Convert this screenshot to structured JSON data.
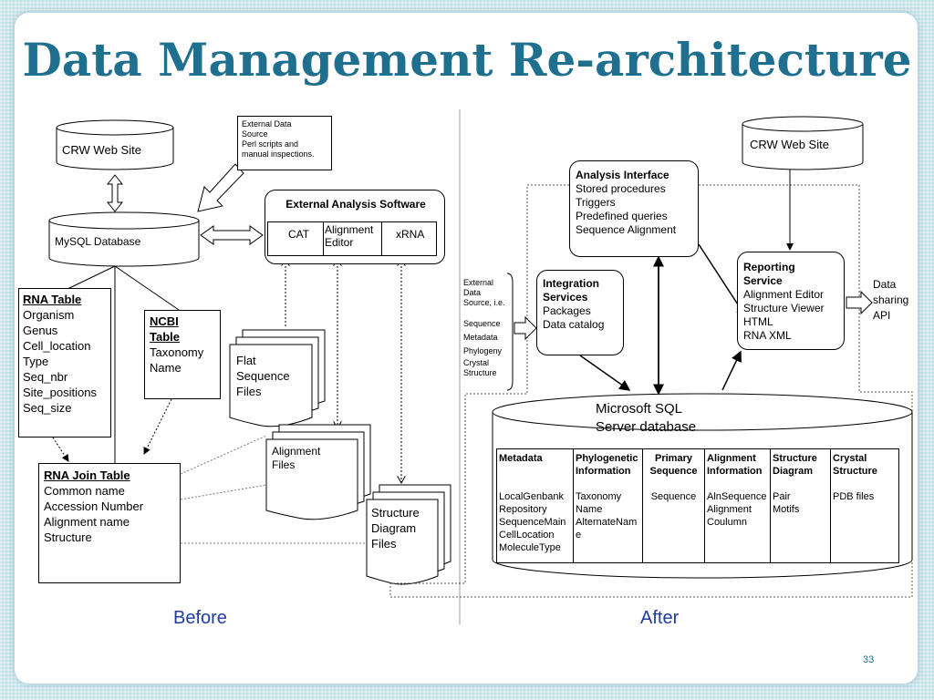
{
  "title": "Data Management Re-architecture",
  "page_number": "33",
  "before_label": "Before",
  "after_label": "After",
  "before": {
    "crw_web_site": "CRW Web Site",
    "mysql_database": "MySQL Database",
    "external_data_source": [
      "External Data",
      "Source",
      "Perl scripts and",
      "manual inspections."
    ],
    "external_analysis_software": {
      "title": "External Analysis Software",
      "items": [
        "CAT",
        "Alignment Editor",
        "xRNA"
      ]
    },
    "rna_table": {
      "title": "RNA Table",
      "fields": [
        "Organism",
        "Genus",
        "Cell_location",
        "Type",
        "Seq_nbr",
        "Site_positions",
        "Seq_size"
      ]
    },
    "ncbi_table": {
      "title": [
        "NCBI",
        "Table"
      ],
      "fields": [
        "Taxonomy",
        "Name"
      ]
    },
    "rna_join_table": {
      "title": "RNA Join Table",
      "fields": [
        "Common name",
        "Accession Number",
        "Alignment name",
        "Structure"
      ]
    },
    "flat_sequence_files": [
      "Flat",
      "Sequence",
      "Files"
    ],
    "alignment_files": [
      "Alignment",
      "Files"
    ],
    "structure_diagram_files": [
      "Structure",
      "Diagram",
      "Files"
    ]
  },
  "after": {
    "crw_web_site": "CRW Web Site",
    "analysis_interface": {
      "title": "Analysis Interface",
      "items": [
        "Stored procedures",
        "Triggers",
        "Predefined queries",
        "Sequence Alignment"
      ]
    },
    "integration_services": {
      "title": [
        "Integration",
        "Services"
      ],
      "items": [
        "Packages",
        "Data catalog"
      ]
    },
    "reporting_service": {
      "title": [
        "Reporting",
        "Service"
      ],
      "items": [
        "Alignment Editor",
        "Structure Viewer",
        "HTML",
        "RNA XML"
      ]
    },
    "external_data_source": [
      "External",
      "Data",
      "Source, i.e.",
      "Sequence",
      "Metadata",
      "Phylogeny",
      "Crystal",
      "Structure"
    ],
    "data_sharing_api": [
      "Data",
      "sharing",
      "API"
    ],
    "sql_server": [
      "Microsoft SQL",
      "Server database"
    ],
    "db_columns": [
      {
        "title": [
          "Metadata"
        ],
        "items": [
          "LocalGenbank",
          "Repository",
          "SequenceMain",
          "CellLocation",
          "MoleculeType"
        ]
      },
      {
        "title": [
          "Phylogenetic",
          "Information"
        ],
        "items": [
          "Taxonomy",
          "Name",
          "AlternateNam",
          "e"
        ]
      },
      {
        "title": [
          "Primary",
          "Sequence"
        ],
        "items": [
          "Sequence"
        ]
      },
      {
        "title": [
          "Alignment",
          "Information"
        ],
        "items": [
          "AlnSequence",
          "Alignment",
          "Coulumn"
        ]
      },
      {
        "title": [
          "Structure",
          "Diagram"
        ],
        "items": [
          "Pair",
          "Motifs"
        ]
      },
      {
        "title": [
          "Crystal",
          "Structure"
        ],
        "items": [
          "PDB files"
        ]
      }
    ]
  }
}
